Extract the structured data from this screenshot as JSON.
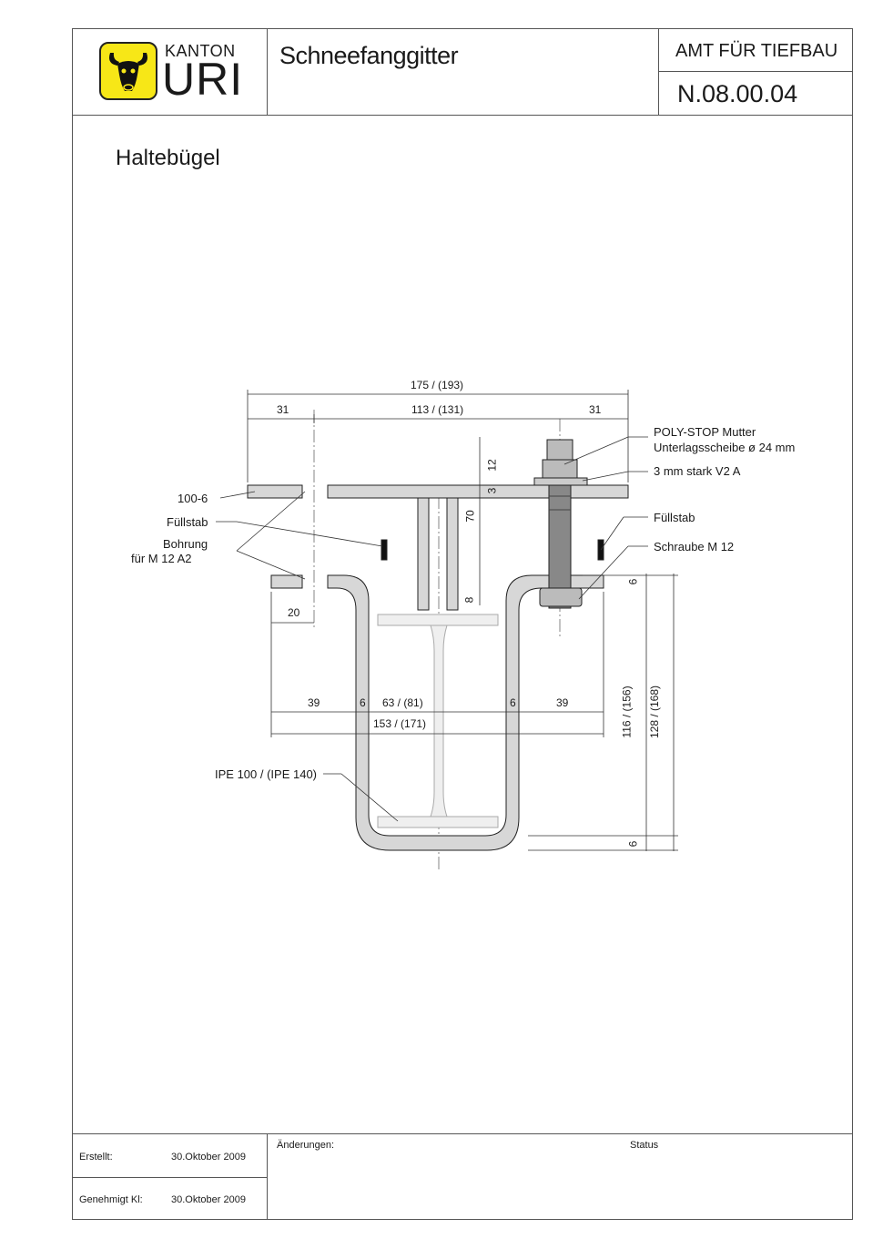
{
  "header": {
    "kanton": "KANTON",
    "uri": "URI",
    "title": "Schneefanggitter",
    "office": "AMT FÜR TIEFBAU",
    "doc_number": "N.08.00.04"
  },
  "drawing": {
    "subtitle": "Haltebügel",
    "dim_total": "175 / (193)",
    "dim_left": "31",
    "dim_mid": "113 / (131)",
    "dim_right": "31",
    "dim_12": "12",
    "dim_3": "3",
    "dim_70": "70",
    "dim_8": "8",
    "dim_20": "20",
    "dim_39_left": "39",
    "dim_6_left": "6",
    "dim_63": "63 / (81)",
    "dim_6_right": "6",
    "dim_39_right": "39",
    "dim_153": "153 / (171)",
    "dim_6_top": "6",
    "dim_116": "116 / (156)",
    "dim_128": "128 / (168)",
    "dim_6_bottom": "6",
    "label_100_6": "100-6",
    "label_fuellstab_left": "Füllstab",
    "label_bohrung_1": "Bohrung",
    "label_bohrung_2": "für M 12 A2",
    "label_ipe": "IPE 100 / (IPE 140)",
    "label_polystop": "POLY-STOP Mutter",
    "label_scheibe": "Unterlagsscheibe ø 24 mm",
    "label_stark": "3 mm stark V2 A",
    "label_fuellstab_right": "Füllstab",
    "label_schraube": "Schraube M 12"
  },
  "footer": {
    "created_label": "Erstellt:",
    "created_date": "30.Oktober 2009",
    "approved_label": "Genehmigt Kl:",
    "approved_date": "30.Oktober 2009",
    "changes_label": "Änderungen:",
    "status_label": "Status"
  }
}
